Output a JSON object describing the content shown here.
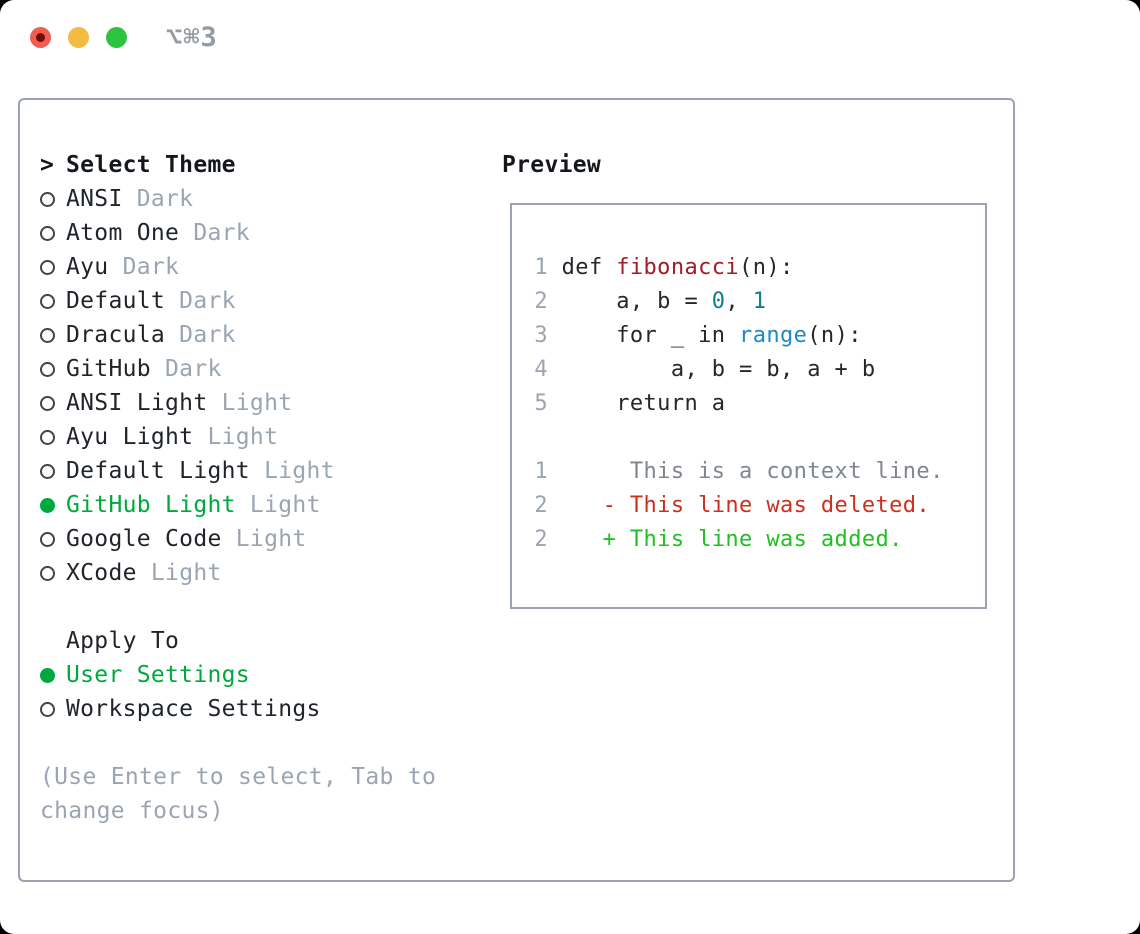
{
  "window": {
    "title": "⌥⌘3",
    "traffic_lights": [
      {
        "name": "close",
        "color": "#f25d51"
      },
      {
        "name": "minimize",
        "color": "#f3bb42"
      },
      {
        "name": "zoom",
        "color": "#2ec33e"
      }
    ]
  },
  "theme_picker": {
    "header": {
      "prefix": ">",
      "label": "Select Theme"
    },
    "themes": [
      {
        "name": "ANSI",
        "variant": "Dark",
        "selected": false
      },
      {
        "name": "Atom One",
        "variant": "Dark",
        "selected": false
      },
      {
        "name": "Ayu",
        "variant": "Dark",
        "selected": false
      },
      {
        "name": "Default",
        "variant": "Dark",
        "selected": false
      },
      {
        "name": "Dracula",
        "variant": "Dark",
        "selected": false
      },
      {
        "name": "GitHub",
        "variant": "Dark",
        "selected": false
      },
      {
        "name": "ANSI Light",
        "variant": "Light",
        "selected": false
      },
      {
        "name": "Ayu Light",
        "variant": "Light",
        "selected": false
      },
      {
        "name": "Default Light",
        "variant": "Light",
        "selected": false
      },
      {
        "name": "GitHub Light",
        "variant": "Light",
        "selected": true
      },
      {
        "name": "Google Code",
        "variant": "Light",
        "selected": false
      },
      {
        "name": "XCode",
        "variant": "Light",
        "selected": false
      }
    ],
    "apply_to": {
      "label": "Apply To",
      "options": [
        {
          "label": "User Settings",
          "selected": true
        },
        {
          "label": "Workspace Settings",
          "selected": false
        }
      ]
    },
    "footer": [
      "(Use Enter to select, Tab to",
      "change focus)"
    ]
  },
  "preview": {
    "title": "Preview",
    "lines": [
      {
        "num": "1",
        "tokens": [
          {
            "t": "def ",
            "c": "plain"
          },
          {
            "t": "fibonacci",
            "c": "func"
          },
          {
            "t": "(n):",
            "c": "plain"
          }
        ]
      },
      {
        "num": "2",
        "tokens": [
          {
            "t": "    a, b = ",
            "c": "plain"
          },
          {
            "t": "0",
            "c": "num"
          },
          {
            "t": ", ",
            "c": "plain"
          },
          {
            "t": "1",
            "c": "num"
          }
        ]
      },
      {
        "num": "3",
        "tokens": [
          {
            "t": "    for _ in ",
            "c": "plain"
          },
          {
            "t": "range",
            "c": "builtin"
          },
          {
            "t": "(n):",
            "c": "plain"
          }
        ]
      },
      {
        "num": "4",
        "tokens": [
          {
            "t": "        a, b = b, a + b",
            "c": "plain"
          }
        ]
      },
      {
        "num": "5",
        "tokens": [
          {
            "t": "    return a",
            "c": "plain"
          }
        ]
      },
      {
        "num": "",
        "tokens": []
      },
      {
        "num": "1",
        "tokens": [
          {
            "t": "     This is a context line.",
            "c": "context"
          }
        ]
      },
      {
        "num": "2",
        "tokens": [
          {
            "t": "   - This line was deleted.",
            "c": "deleted"
          }
        ]
      },
      {
        "num": "2",
        "tokens": [
          {
            "t": "   + This line was added.",
            "c": "added"
          }
        ]
      }
    ]
  },
  "colors": {
    "selection_green": "#00a83e",
    "added_green": "#20c020",
    "deleted_red": "#cc2f1e",
    "function_red": "#a01c26",
    "number_teal": "#0e7f8a",
    "builtin_blue": "#1e88c7",
    "muted_gray": "#9aa5b1",
    "context_gray": "#80868e",
    "border_gray": "#9aa3ae",
    "text_dark": "#1f242a"
  }
}
